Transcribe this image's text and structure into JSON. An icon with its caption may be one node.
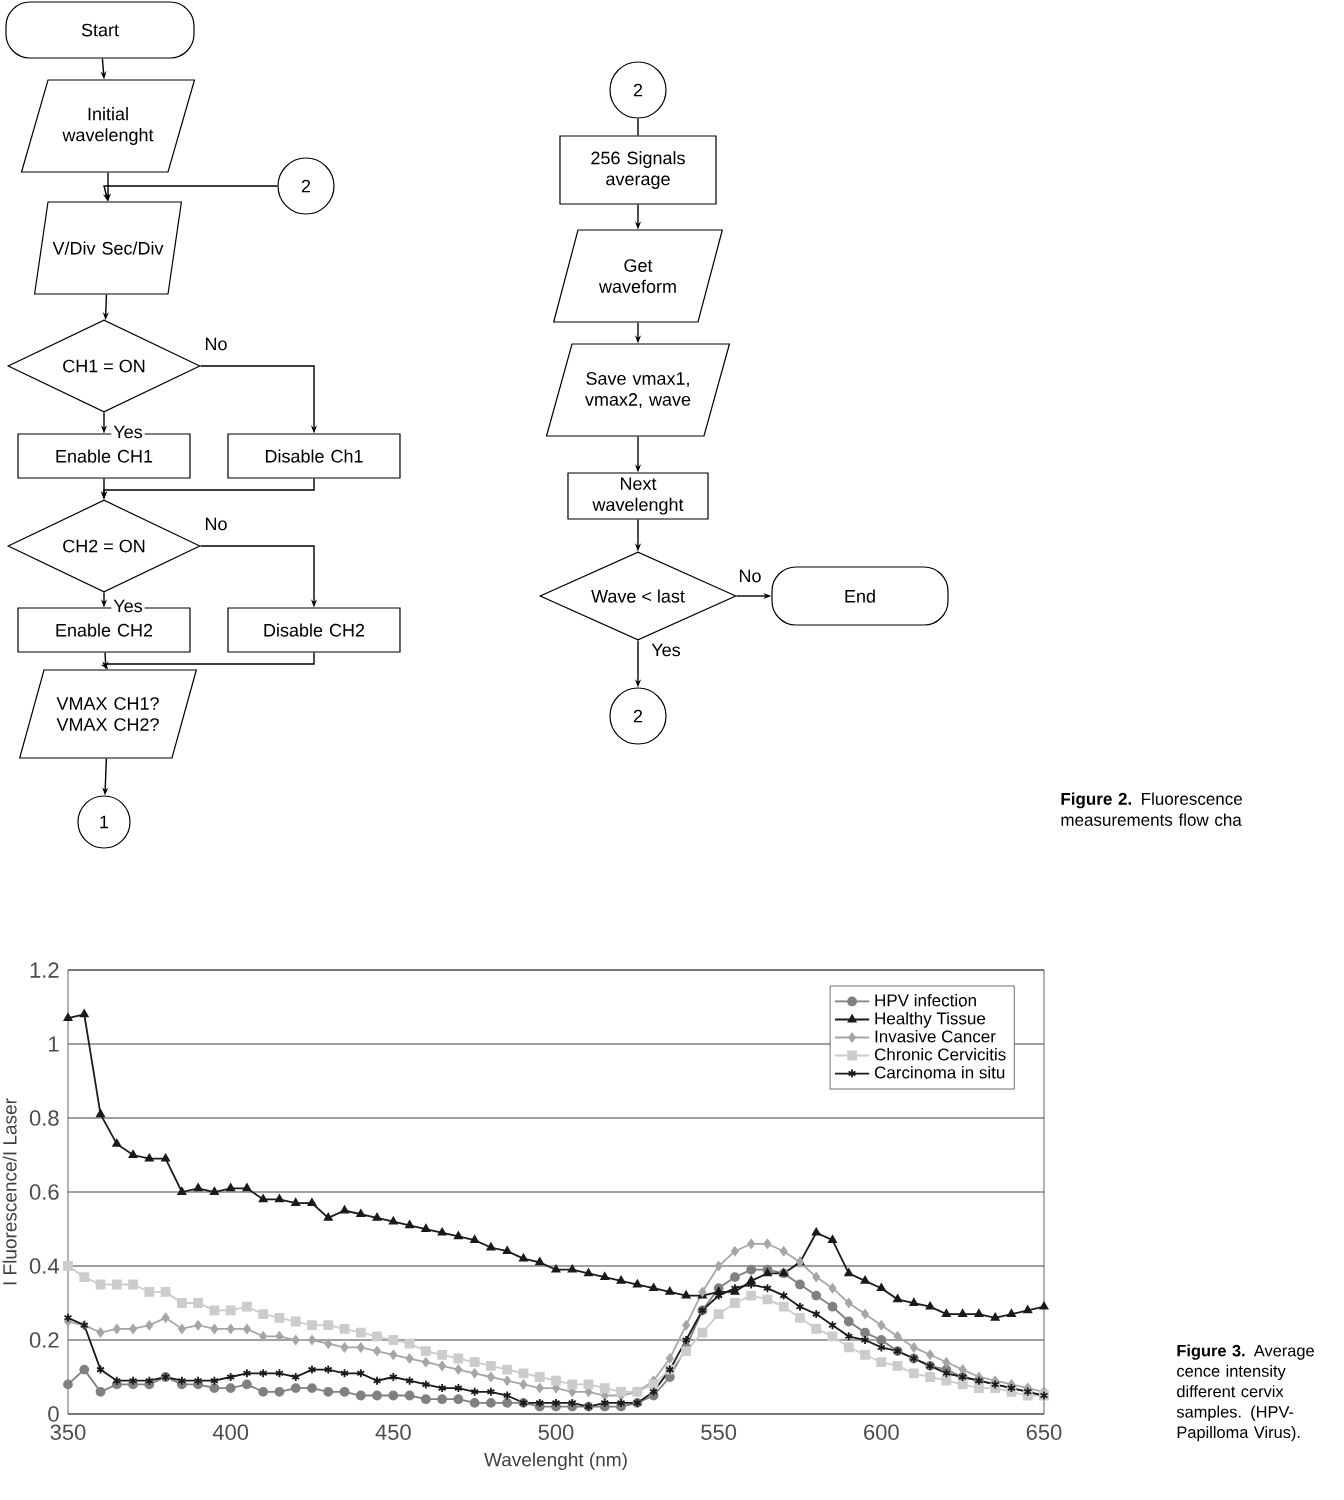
{
  "diagram": {
    "nodes": [
      {
        "text": [
          "Start"
        ]
      },
      {
        "text": [
          "Initial wavelenght"
        ]
      },
      {
        "text": [
          "2"
        ]
      },
      {
        "text": [
          "V/Div Sec/Div"
        ]
      },
      {
        "text": [
          "CH1 = ON"
        ]
      },
      {
        "text": [
          "Enable CH1"
        ]
      },
      {
        "text": [
          "Disable Ch1"
        ]
      },
      {
        "text": [
          "CH2 = ON"
        ]
      },
      {
        "text": [
          "Enable CH2"
        ]
      },
      {
        "text": [
          "Disable CH2"
        ]
      },
      {
        "text": [
          "VMAX CH1? VMAX CH2?"
        ]
      },
      {
        "text": [
          "1"
        ]
      },
      {
        "text": [
          "2"
        ]
      },
      {
        "text": [
          "256 Signals average"
        ]
      },
      {
        "text": [
          "Get waveform"
        ]
      },
      {
        "text": [
          "Save vmax1, vmax2, wave"
        ]
      },
      {
        "text": [
          "Next wavelenght"
        ]
      },
      {
        "text": [
          "Wave < last"
        ]
      },
      {
        "text": [
          "End"
        ]
      },
      {
        "text": [
          "2"
        ]
      }
    ],
    "edges": [
      {
        "from": 0,
        "to": 1,
        "arrow": "to"
      },
      {
        "from": 1,
        "to": 3,
        "arrow": "to"
      },
      {
        "from": 2,
        "to": 3,
        "arrow": "to"
      },
      {
        "from": 3,
        "to": 4,
        "arrow": "to"
      },
      {
        "from": 4,
        "to": 5,
        "arrow": "to",
        "label": "Yes"
      },
      {
        "from": 4,
        "to": 6,
        "arrow": "to",
        "label": "No"
      },
      {
        "from": 5,
        "to": 7,
        "arrow": "to"
      },
      {
        "from": 6,
        "to": 7,
        "arrow": "to"
      },
      {
        "from": 7,
        "to": 8,
        "arrow": "to",
        "label": "Yes"
      },
      {
        "from": 7,
        "to": 9,
        "arrow": "to",
        "label": "No"
      },
      {
        "from": 8,
        "to": 10,
        "arrow": "to"
      },
      {
        "from": 9,
        "to": 10,
        "arrow": "to"
      },
      {
        "from": 10,
        "to": 11,
        "arrow": "to"
      },
      {
        "from": 12,
        "to": 13,
        "arrow": "none"
      },
      {
        "from": 13,
        "to": 14,
        "arrow": "to"
      },
      {
        "from": 14,
        "to": 15,
        "arrow": "to"
      },
      {
        "from": 15,
        "to": 16,
        "arrow": "to"
      },
      {
        "from": 16,
        "to": 17,
        "arrow": "to"
      },
      {
        "from": 17,
        "to": 18,
        "arrow": "to",
        "label": "No"
      },
      {
        "from": 17,
        "to": 19,
        "arrow": "to",
        "label": "Yes"
      }
    ],
    "labels": [
      "**Figure 2.** Fluorescence measurements flow cha",
      "**Figure 3.** Average cence intensity different cervix samples. (HPV- Papilloma Virus)."
    ],
    "chart_data": {
      "type": "line",
      "xlabel": "Wavelenght (nm)",
      "ylabel": "I Fluorescence/I Laser",
      "x": [
        350,
        355,
        360,
        365,
        370,
        375,
        380,
        385,
        390,
        395,
        400,
        405,
        410,
        415,
        420,
        425,
        430,
        435,
        440,
        445,
        450,
        455,
        460,
        465,
        470,
        475,
        480,
        485,
        490,
        495,
        500,
        505,
        510,
        515,
        520,
        525,
        530,
        535,
        540,
        545,
        550,
        555,
        560,
        565,
        570,
        575,
        580,
        585,
        590,
        595,
        600,
        605,
        610,
        615,
        620,
        625,
        630,
        635,
        640,
        645,
        650
      ],
      "xlim": [
        350,
        650
      ],
      "ylim": [
        0,
        1.2
      ],
      "xticks": [
        350,
        400,
        450,
        500,
        550,
        600,
        650
      ],
      "yticks": [
        0,
        0.2,
        0.4,
        0.6,
        0.8,
        1,
        1.2
      ],
      "grid": "y",
      "legend": "upper right",
      "series": [
        {
          "name": "HPV infection",
          "color": "#808080",
          "marker": "circle",
          "values": [
            0.08,
            0.12,
            0.06,
            0.08,
            0.08,
            0.08,
            0.1,
            0.08,
            0.08,
            0.07,
            0.07,
            0.08,
            0.06,
            0.06,
            0.07,
            0.07,
            0.06,
            0.06,
            0.05,
            0.05,
            0.05,
            0.05,
            0.04,
            0.04,
            0.04,
            0.03,
            0.03,
            0.03,
            0.03,
            0.02,
            0.02,
            0.02,
            0.02,
            0.02,
            0.02,
            0.03,
            0.05,
            0.1,
            0.18,
            0.28,
            0.34,
            0.37,
            0.39,
            0.39,
            0.38,
            0.35,
            0.32,
            0.29,
            0.25,
            0.22,
            0.2,
            0.17,
            0.15,
            0.13,
            0.12,
            0.1,
            0.09,
            0.08,
            0.07,
            0.06,
            0.05
          ]
        },
        {
          "name": "Healthy Tissue",
          "color": "#1a1a1a",
          "marker": "triangle",
          "values": [
            1.07,
            1.08,
            0.81,
            0.73,
            0.7,
            0.69,
            0.69,
            0.6,
            0.61,
            0.6,
            0.61,
            0.61,
            0.58,
            0.58,
            0.57,
            0.57,
            0.53,
            0.55,
            0.54,
            0.53,
            0.52,
            0.51,
            0.5,
            0.49,
            0.48,
            0.47,
            0.45,
            0.44,
            0.42,
            0.41,
            0.39,
            0.39,
            0.38,
            0.37,
            0.36,
            0.35,
            0.34,
            0.33,
            0.32,
            0.32,
            0.33,
            0.33,
            0.36,
            0.38,
            0.38,
            0.41,
            0.49,
            0.47,
            0.38,
            0.36,
            0.34,
            0.31,
            0.3,
            0.29,
            0.27,
            0.27,
            0.27,
            0.26,
            0.27,
            0.28,
            0.29
          ]
        },
        {
          "name": "Invasive Cancer",
          "color": "#a6a6a6",
          "marker": "diamond",
          "values": [
            0.25,
            0.24,
            0.22,
            0.23,
            0.23,
            0.24,
            0.26,
            0.23,
            0.24,
            0.23,
            0.23,
            0.23,
            0.21,
            0.21,
            0.2,
            0.2,
            0.19,
            0.18,
            0.18,
            0.17,
            0.16,
            0.15,
            0.14,
            0.13,
            0.12,
            0.11,
            0.1,
            0.09,
            0.08,
            0.07,
            0.07,
            0.06,
            0.06,
            0.05,
            0.05,
            0.06,
            0.09,
            0.15,
            0.24,
            0.33,
            0.4,
            0.44,
            0.46,
            0.46,
            0.44,
            0.41,
            0.37,
            0.34,
            0.3,
            0.27,
            0.24,
            0.21,
            0.18,
            0.16,
            0.14,
            0.12,
            0.1,
            0.09,
            0.08,
            0.07,
            0.06
          ]
        },
        {
          "name": "Chronic Cervicitis",
          "color": "#cccccc",
          "marker": "square",
          "values": [
            0.4,
            0.37,
            0.35,
            0.35,
            0.35,
            0.33,
            0.33,
            0.3,
            0.3,
            0.28,
            0.28,
            0.29,
            0.27,
            0.26,
            0.25,
            0.24,
            0.24,
            0.23,
            0.22,
            0.21,
            0.2,
            0.19,
            0.17,
            0.16,
            0.15,
            0.14,
            0.13,
            0.12,
            0.11,
            0.1,
            0.09,
            0.08,
            0.08,
            0.07,
            0.06,
            0.06,
            0.08,
            0.12,
            0.17,
            0.22,
            0.27,
            0.3,
            0.32,
            0.31,
            0.29,
            0.26,
            0.23,
            0.21,
            0.18,
            0.16,
            0.14,
            0.13,
            0.11,
            0.1,
            0.09,
            0.08,
            0.07,
            0.07,
            0.06,
            0.05,
            0.05
          ]
        },
        {
          "name": "Carcinoma in situ",
          "color": "#1a1a1a",
          "marker": "cross",
          "values": [
            0.26,
            0.24,
            0.12,
            0.09,
            0.09,
            0.09,
            0.1,
            0.09,
            0.09,
            0.09,
            0.1,
            0.11,
            0.11,
            0.11,
            0.1,
            0.12,
            0.12,
            0.11,
            0.11,
            0.09,
            0.1,
            0.09,
            0.08,
            0.07,
            0.07,
            0.06,
            0.06,
            0.05,
            0.03,
            0.03,
            0.03,
            0.03,
            0.02,
            0.03,
            0.03,
            0.03,
            0.06,
            0.12,
            0.2,
            0.28,
            0.32,
            0.34,
            0.35,
            0.34,
            0.32,
            0.29,
            0.27,
            0.24,
            0.21,
            0.2,
            0.18,
            0.17,
            0.15,
            0.13,
            0.11,
            0.1,
            0.09,
            0.08,
            0.07,
            0.06,
            0.05
          ]
        }
      ]
    }
  }
}
